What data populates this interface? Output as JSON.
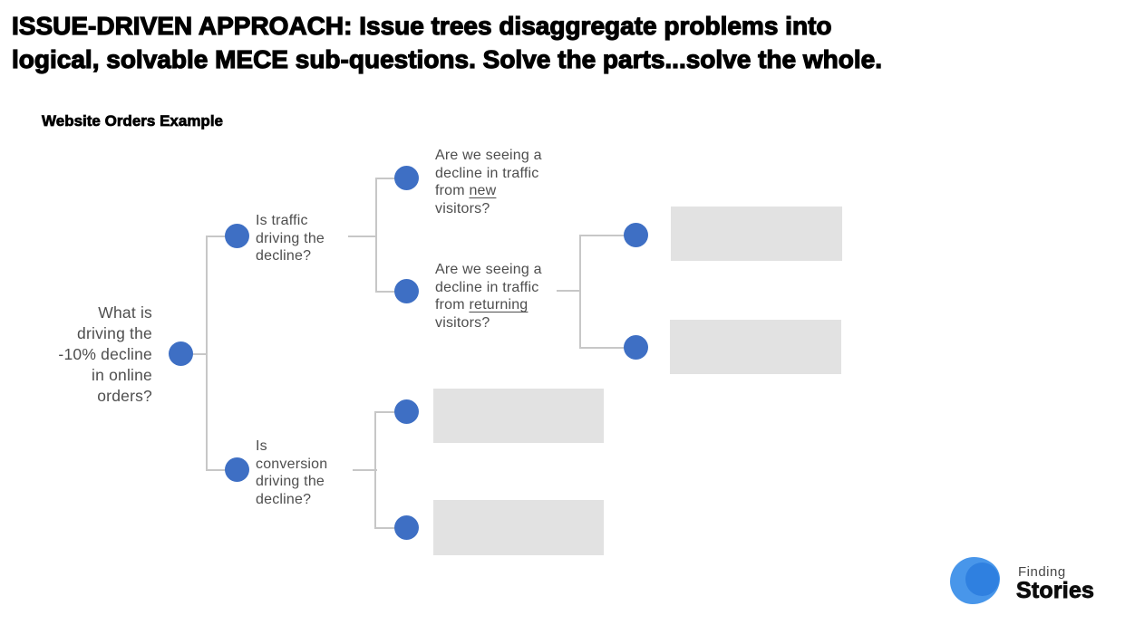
{
  "slide": {
    "title_line1": "ISSUE-DRIVEN APPROACH: Issue trees disaggregate problems into",
    "title_line2": "logical, solvable MECE sub-questions. Solve the parts...solve the whole.",
    "subtitle": "Website Orders Example"
  },
  "tree": {
    "root": {
      "line1": "What is",
      "line2": "driving the",
      "line3": "-10% decline",
      "line4": "in online",
      "line5": "orders?"
    },
    "traffic": {
      "line1": "Is traffic",
      "line2": "driving the",
      "line3": "decline?"
    },
    "conversion": {
      "line1": "Is",
      "line2": "conversion",
      "line3": "driving the",
      "line4": "decline?"
    },
    "new_visitors": {
      "line1": "Are we seeing a",
      "line2": "decline in traffic",
      "line3_prefix": "from ",
      "line3_underlined": "new",
      "line4": "visitors?"
    },
    "returning_visitors": {
      "line1": "Are we seeing a",
      "line2": "decline in traffic",
      "line3_prefix": "from ",
      "line3_underlined": "returning",
      "line4": "visitors?"
    }
  },
  "logo": {
    "top": "Finding",
    "bottom": "Stories"
  },
  "colors": {
    "node_blue": "#3e6fc4",
    "connector_gray": "#c7c7c7",
    "placeholder_gray": "#e2e2e2",
    "logo_outer_blue": "#4896ea",
    "logo_inner_blue": "#2f80e0",
    "title_black": "#000000",
    "body_text_gray": "#4e4e4e"
  }
}
